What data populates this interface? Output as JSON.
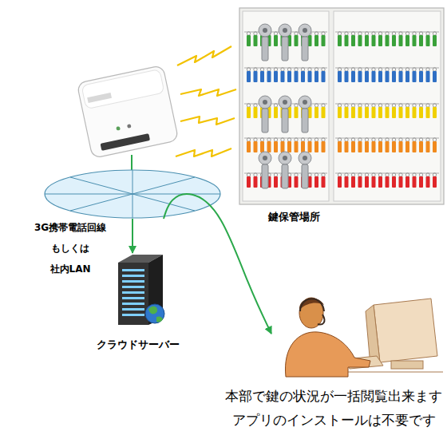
{
  "diagram": {
    "nodes": [
      {
        "text": [
          "鍵保管場所"
        ]
      },
      {
        "text": [
          "3G携帯電話回線 もしくは 社内LAN"
        ]
      },
      {
        "text": [
          "クラウドサーバー"
        ]
      },
      {
        "text": [
          "本部で鍵の状況が一括閲覧出来ます アプリのインストールは不要です"
        ]
      }
    ],
    "edges": [
      {
        "from": 1,
        "to": 2,
        "arrow": "to"
      },
      {
        "from": 1,
        "to": 3,
        "arrow": "to"
      }
    ]
  }
}
